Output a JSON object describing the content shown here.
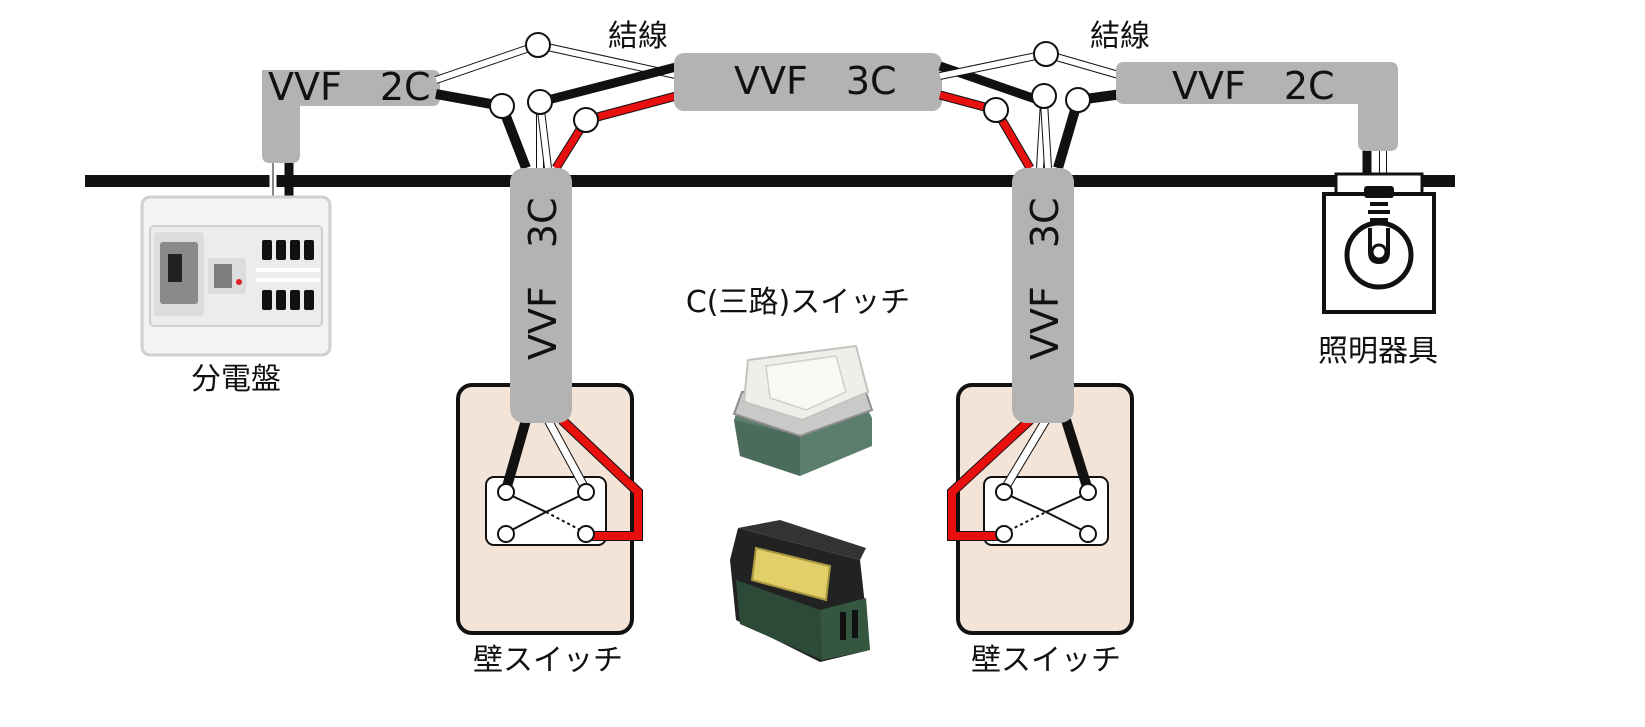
{
  "labels": {
    "junction_left": "結線",
    "junction_right": "結線",
    "cable_top_left": "VVF　2C",
    "cable_top_mid": "VVF　3C",
    "cable_top_right": "VVF　2C",
    "cable_vert_left": "VVF　3C",
    "cable_vert_right": "VVF　3C",
    "breaker_panel": "分電盤",
    "light_fixture": "照明器具",
    "switch_type": "C(三路)スイッチ",
    "wall_switch_left": "壁スイッチ",
    "wall_switch_right": "壁スイッチ"
  },
  "colors": {
    "cable_sheath": "#b3b3b3",
    "wire_black": "#111111",
    "wire_red": "#e8100f",
    "wire_white": "#ffffff",
    "wall_plate": "#f4e4d8",
    "switch_body_green": "#5a7d6c",
    "switch_toggle_white": "#eeeeea",
    "switch_module_black": "#222222",
    "switch_module_yellow": "#e2cf69"
  },
  "icons": {
    "breaker_panel": "breaker-panel-icon",
    "light_fixture": "light-bulb-icon",
    "switch_photo_top": "three-way-switch-front-icon",
    "switch_photo_bottom": "three-way-switch-back-icon"
  }
}
